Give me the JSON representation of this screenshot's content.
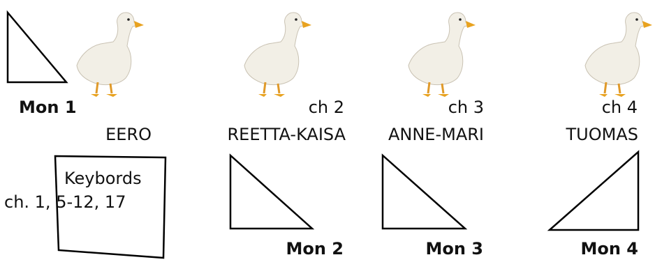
{
  "monitors": {
    "mon1": "Mon 1",
    "mon2": "Mon 2",
    "mon3": "Mon 3",
    "mon4": "Mon 4"
  },
  "performers": [
    {
      "channel": "",
      "name": "EERO"
    },
    {
      "channel": "ch 2",
      "name": "REETTA-KAISA"
    },
    {
      "channel": "ch 3",
      "name": "ANNE-MARI"
    },
    {
      "channel": "ch 4",
      "name": "TUOMAS"
    }
  ],
  "keyboards": {
    "label": "Keybords",
    "channels": "ch. 1, 5-12, 17"
  },
  "icons": [
    "duck-icon",
    "wedge-monitor-icon",
    "keyboard-box-icon"
  ],
  "colors": {
    "stroke": "#000000",
    "duck_body": "#f2efe6",
    "beak": "#e8a21f"
  }
}
